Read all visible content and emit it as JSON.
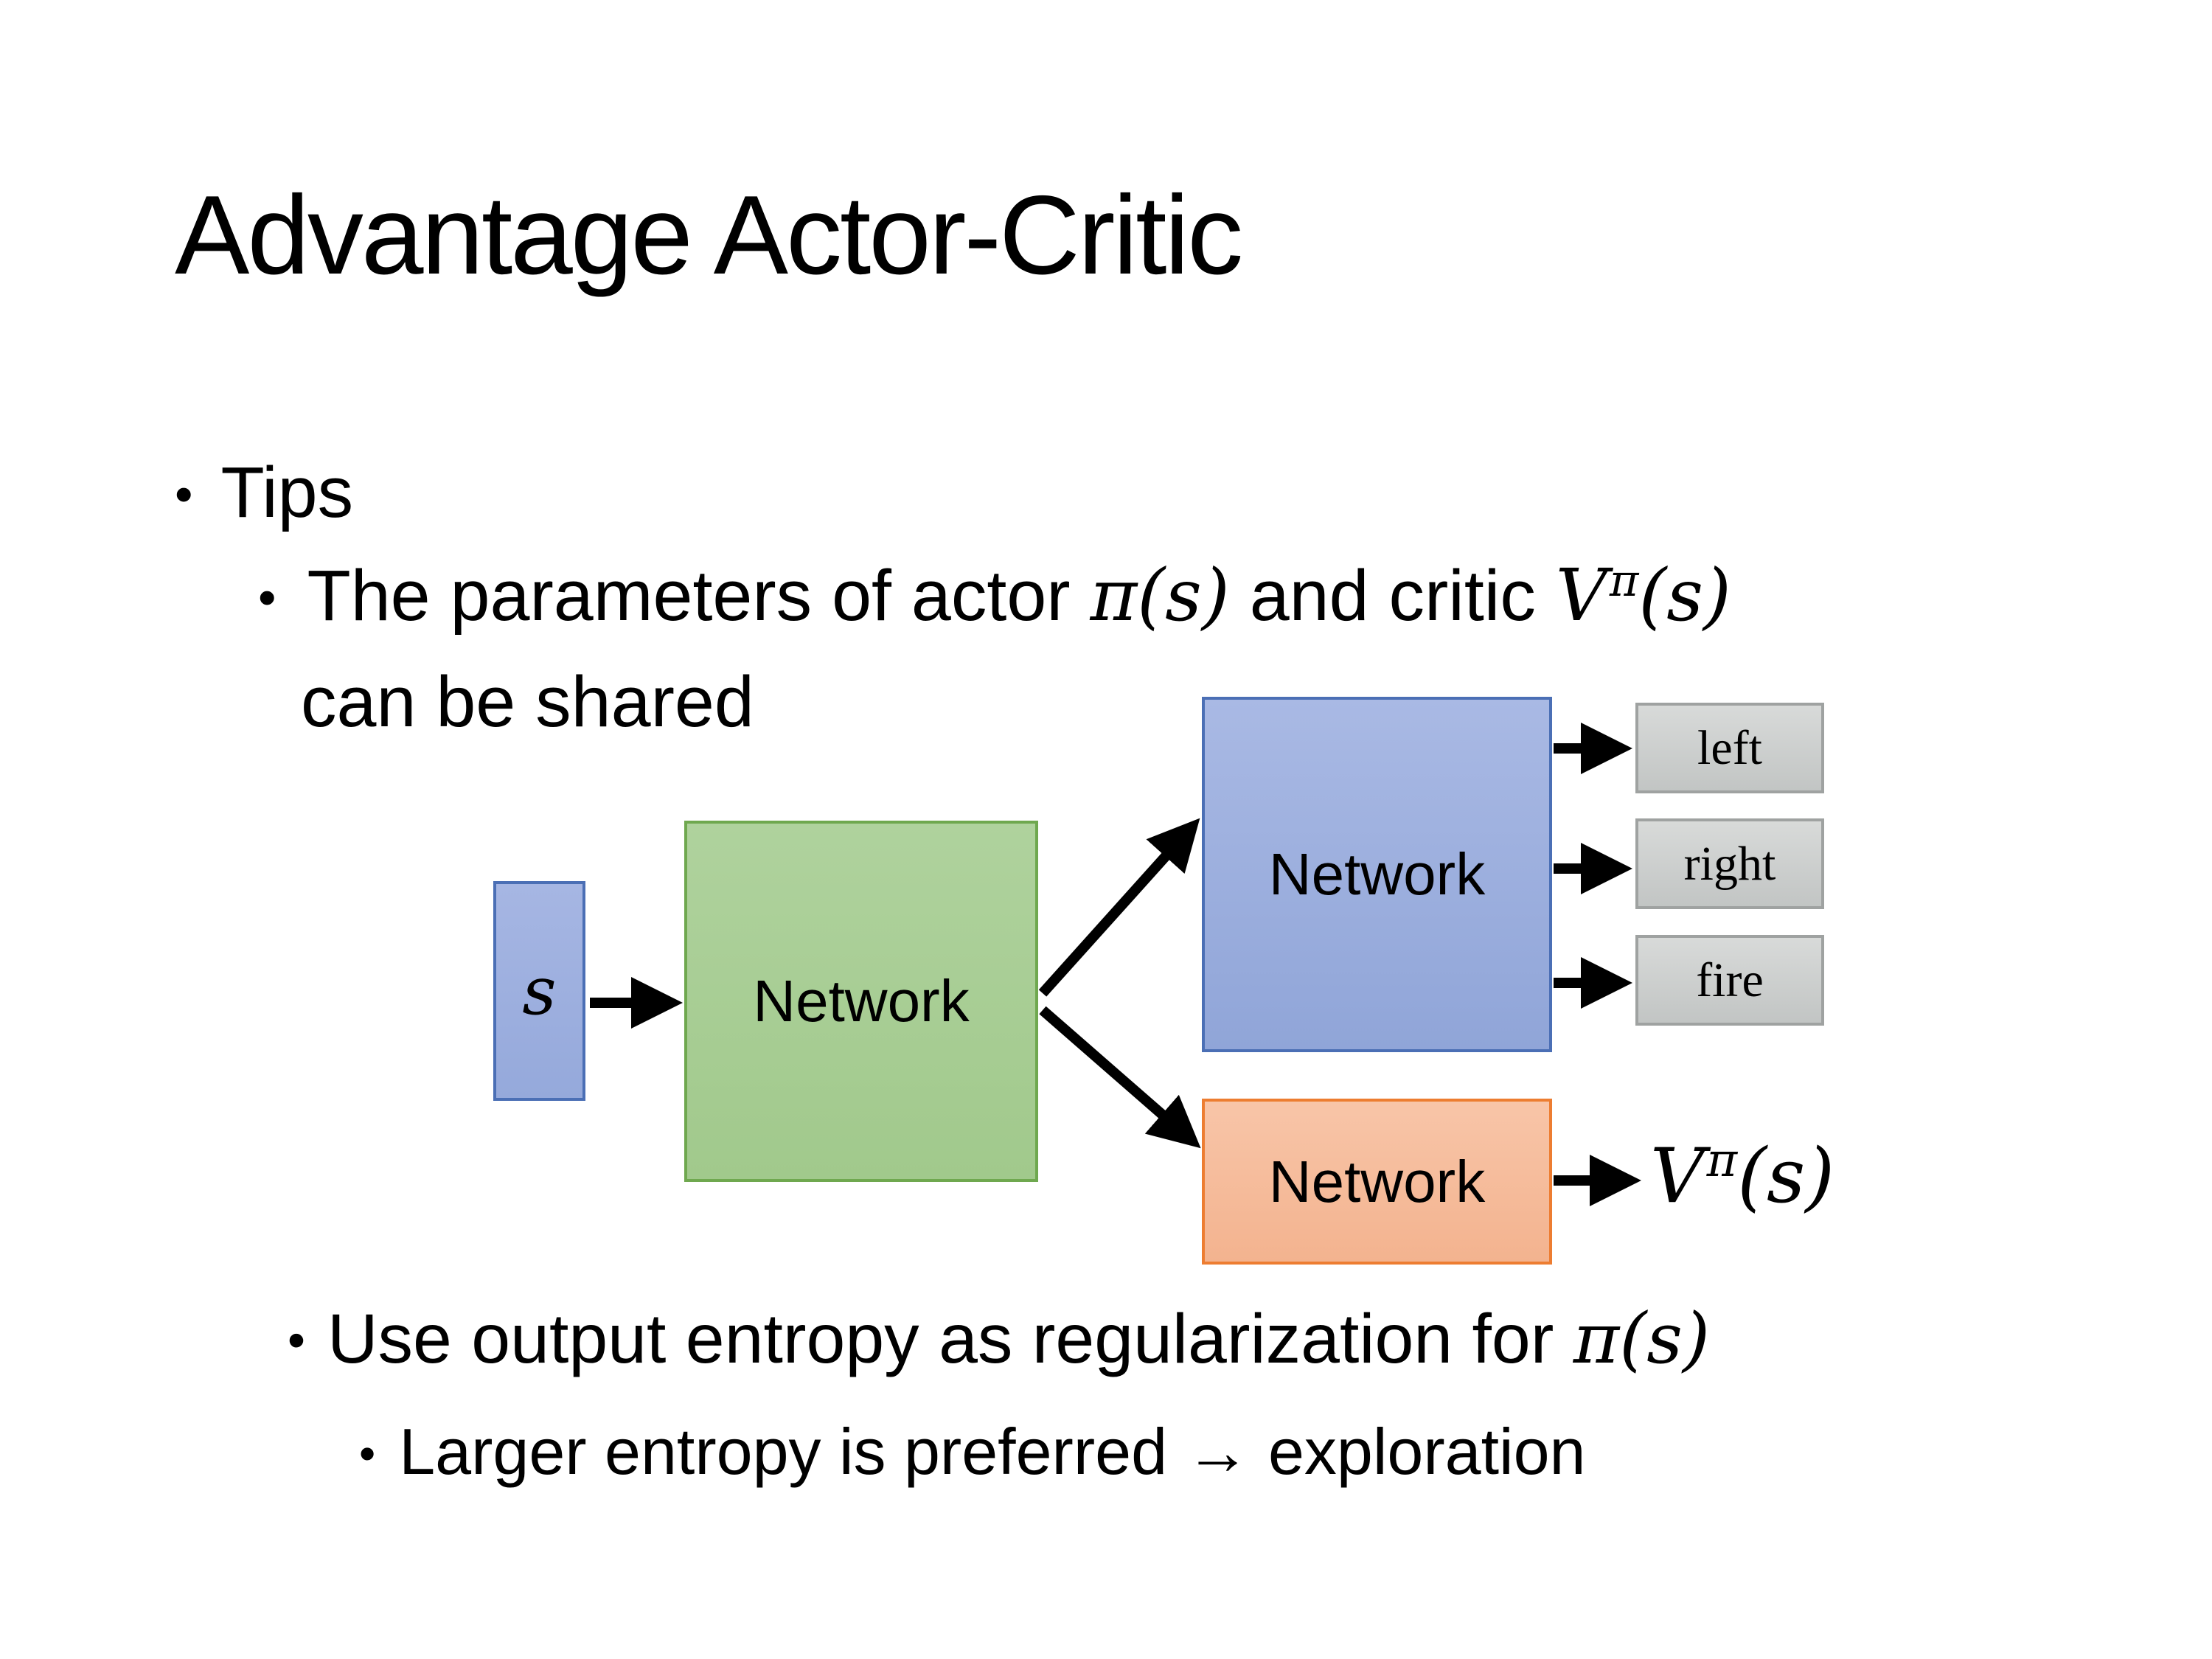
{
  "slide": {
    "title": "Advantage Actor-Critic"
  },
  "bullets": {
    "bullet_char": "•",
    "tips_label": "Tips",
    "shared_pre": "The parameters of actor ",
    "shared_pi": "π(s)",
    "shared_mid": "  and critic ",
    "shared_v_base": "V",
    "shared_v_sup": "π",
    "shared_v_args": "(s)",
    "shared_line2": "can be shared",
    "entropy_pre": "Use output entropy as regularization for ",
    "entropy_pi": "π(s)",
    "exploration_text": "Larger entropy is preferred → exploration"
  },
  "diagram": {
    "state_label": "s",
    "shared_network_label": "Network",
    "actor_network_label": "Network",
    "critic_network_label": "Network",
    "actions": [
      "left",
      "right",
      "fire"
    ],
    "value_base": "V",
    "value_sup": "π",
    "value_args": "(s)",
    "colors": {
      "state_fill": "#9FB1DF",
      "state_border": "#4B6FB5",
      "shared_fill": "#A9CE96",
      "shared_border": "#6FA84F",
      "actor_fill": "#9FB1DF",
      "actor_border": "#4B6FB5",
      "critic_fill": "#F6BC9C",
      "critic_border": "#ED7D31",
      "action_fill": "#CDD0CF",
      "action_border": "#9FA2A1",
      "arrow": "#000000"
    }
  }
}
